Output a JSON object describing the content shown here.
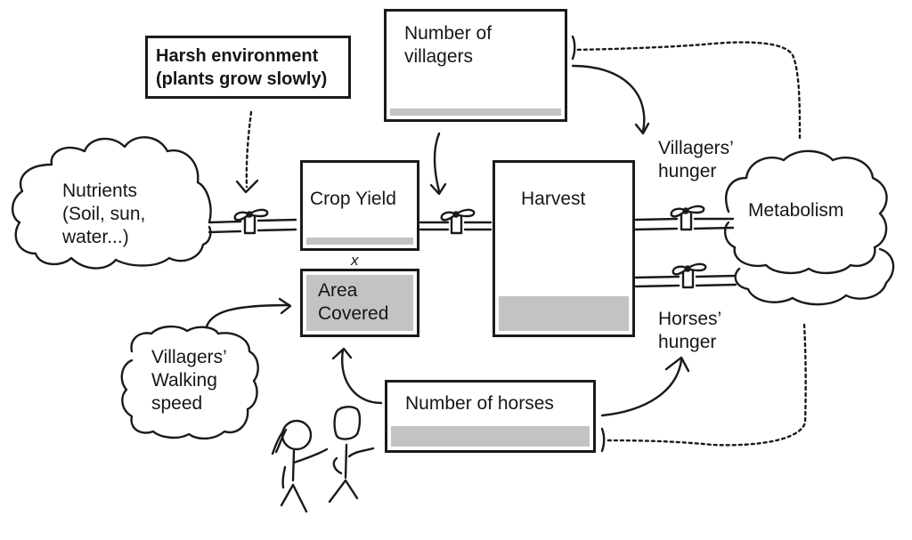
{
  "diagram": {
    "title": "Stock and flow diagram of village food system",
    "colors": {
      "stroke": "#1a1a1a",
      "stock_fill": "#c3c3c3",
      "background": "#ffffff"
    },
    "stocks": {
      "villagers": {
        "label": "Number of villagers",
        "fill_fraction": 0.07
      },
      "crop_yield": {
        "label": "Crop Yield",
        "fill_fraction": 0.09
      },
      "area_covered": {
        "label": "Area\nCovered",
        "fill_fraction": 1.0
      },
      "harvest": {
        "label": "Harvest",
        "fill_fraction": 0.21
      },
      "horses": {
        "label": "Number of horses",
        "fill_fraction": 0.34
      }
    },
    "clouds": {
      "nutrients": {
        "label": "Nutrients\n(Soil, sun,\nwater...)"
      },
      "metabolism": {
        "label": "Metabolism"
      },
      "walking_speed": {
        "label": "Villagers’\nWalking\nspeed"
      }
    },
    "notes": {
      "harsh_environment": {
        "label": "Harsh environment\n(plants grow slowly)"
      }
    },
    "flow_labels": {
      "villagers_hunger": "Villagers’\nhunger",
      "horses_hunger": "Horses’\nhunger",
      "multiply": "x"
    },
    "icons": {
      "valve": "valve-icon",
      "cloud": "cloud-icon",
      "stick_figures": "people-icon"
    }
  }
}
